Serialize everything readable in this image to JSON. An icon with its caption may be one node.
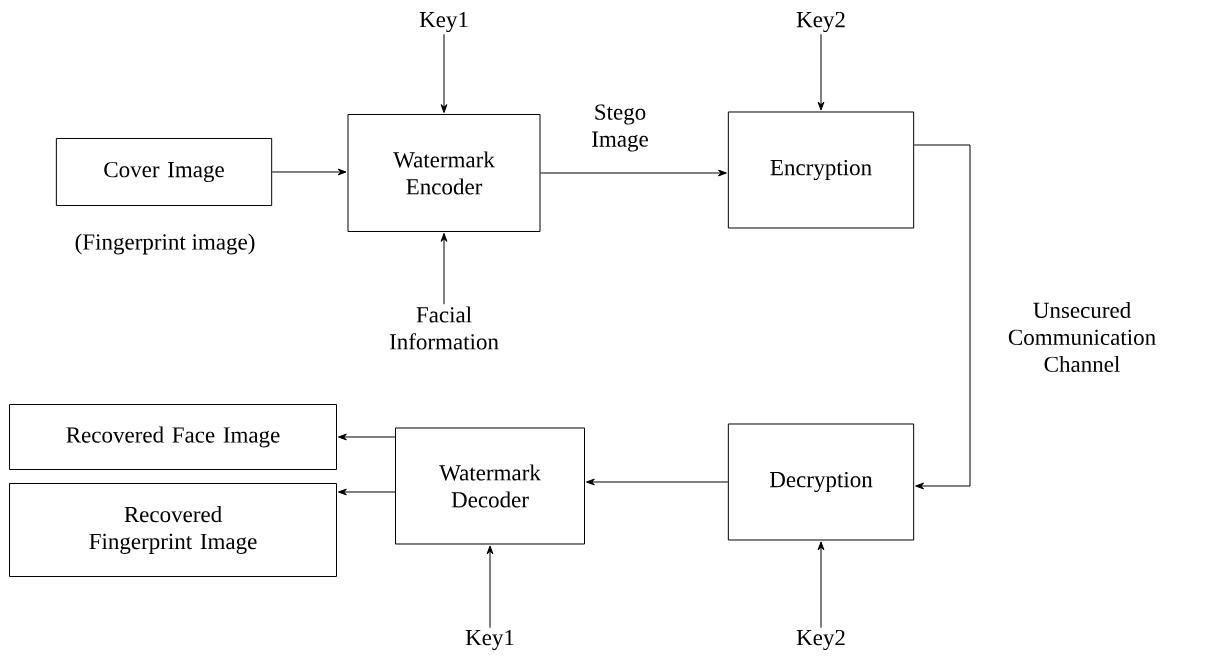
{
  "diagram": {
    "nodes": [
      {
        "text": [
          "Cover Image"
        ],
        "beside": [
          "(Fingerprint image)"
        ]
      },
      {
        "text": [
          "Watermark Encoder"
        ]
      },
      {
        "text": [
          "Encryption"
        ]
      },
      {
        "text": [
          "Key1"
        ]
      },
      {
        "text": [
          "Key2"
        ]
      },
      {
        "text": [
          "Facial Information"
        ]
      },
      {
        "text": [
          "Decryption"
        ]
      },
      {
        "text": [
          "Watermark Decoder"
        ]
      },
      {
        "text": [
          "Recovered Face Image"
        ]
      },
      {
        "text": [
          "Recovered Fingerprint Image"
        ]
      },
      {
        "text": [
          "Key1"
        ]
      },
      {
        "text": [
          "Key2"
        ]
      }
    ],
    "edges": [
      {
        "from": 0,
        "to": 1,
        "arrow": "to"
      },
      {
        "from": 3,
        "to": 1,
        "arrow": "to"
      },
      {
        "from": 5,
        "to": 1,
        "arrow": "to"
      },
      {
        "from": 1,
        "to": 2,
        "arrow": "to",
        "label": "Stego Image"
      },
      {
        "from": 4,
        "to": 2,
        "arrow": "to"
      },
      {
        "from": 2,
        "to": 6,
        "arrow": "to",
        "label": "Unsecured Communication Channel"
      },
      {
        "from": 6,
        "to": 7,
        "arrow": "to"
      },
      {
        "from": 7,
        "to": 8,
        "arrow": "to"
      },
      {
        "from": 7,
        "to": 9,
        "arrow": "to"
      },
      {
        "from": 10,
        "to": 7,
        "arrow": "to"
      },
      {
        "from": 11,
        "to": 6,
        "arrow": "to"
      }
    ]
  }
}
